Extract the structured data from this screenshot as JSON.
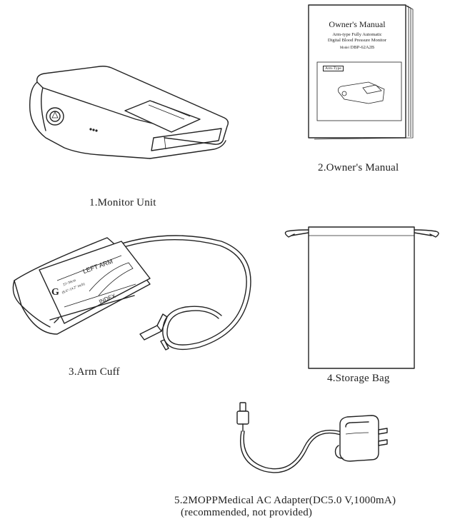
{
  "items": {
    "monitor": {
      "caption": "1.Monitor Unit"
    },
    "manual": {
      "caption": "2.Owner's Manual",
      "cover_title": "Owner's Manual",
      "cover_subtitle_1": "Arm-type Fully Automatic",
      "cover_subtitle_2": "Digital Blood Pressure Monitor",
      "model_label": "Model",
      "model_value": "DBP-62A2B",
      "box_label": "Arm-Type"
    },
    "cuff": {
      "caption": "3.Arm Cuff",
      "label_arm": "LEFT ARM",
      "label_index": "INDEX",
      "label_size_1": "22~36cm",
      "label_size_2": "(8.6\"-14.2\" inch)"
    },
    "bag": {
      "caption": "4.Storage Bag"
    },
    "adapter": {
      "caption": "5.2MOPPMedical AC Adapter(DC5.0 V,1000mA)",
      "note": "(recommended, not provided)"
    }
  }
}
